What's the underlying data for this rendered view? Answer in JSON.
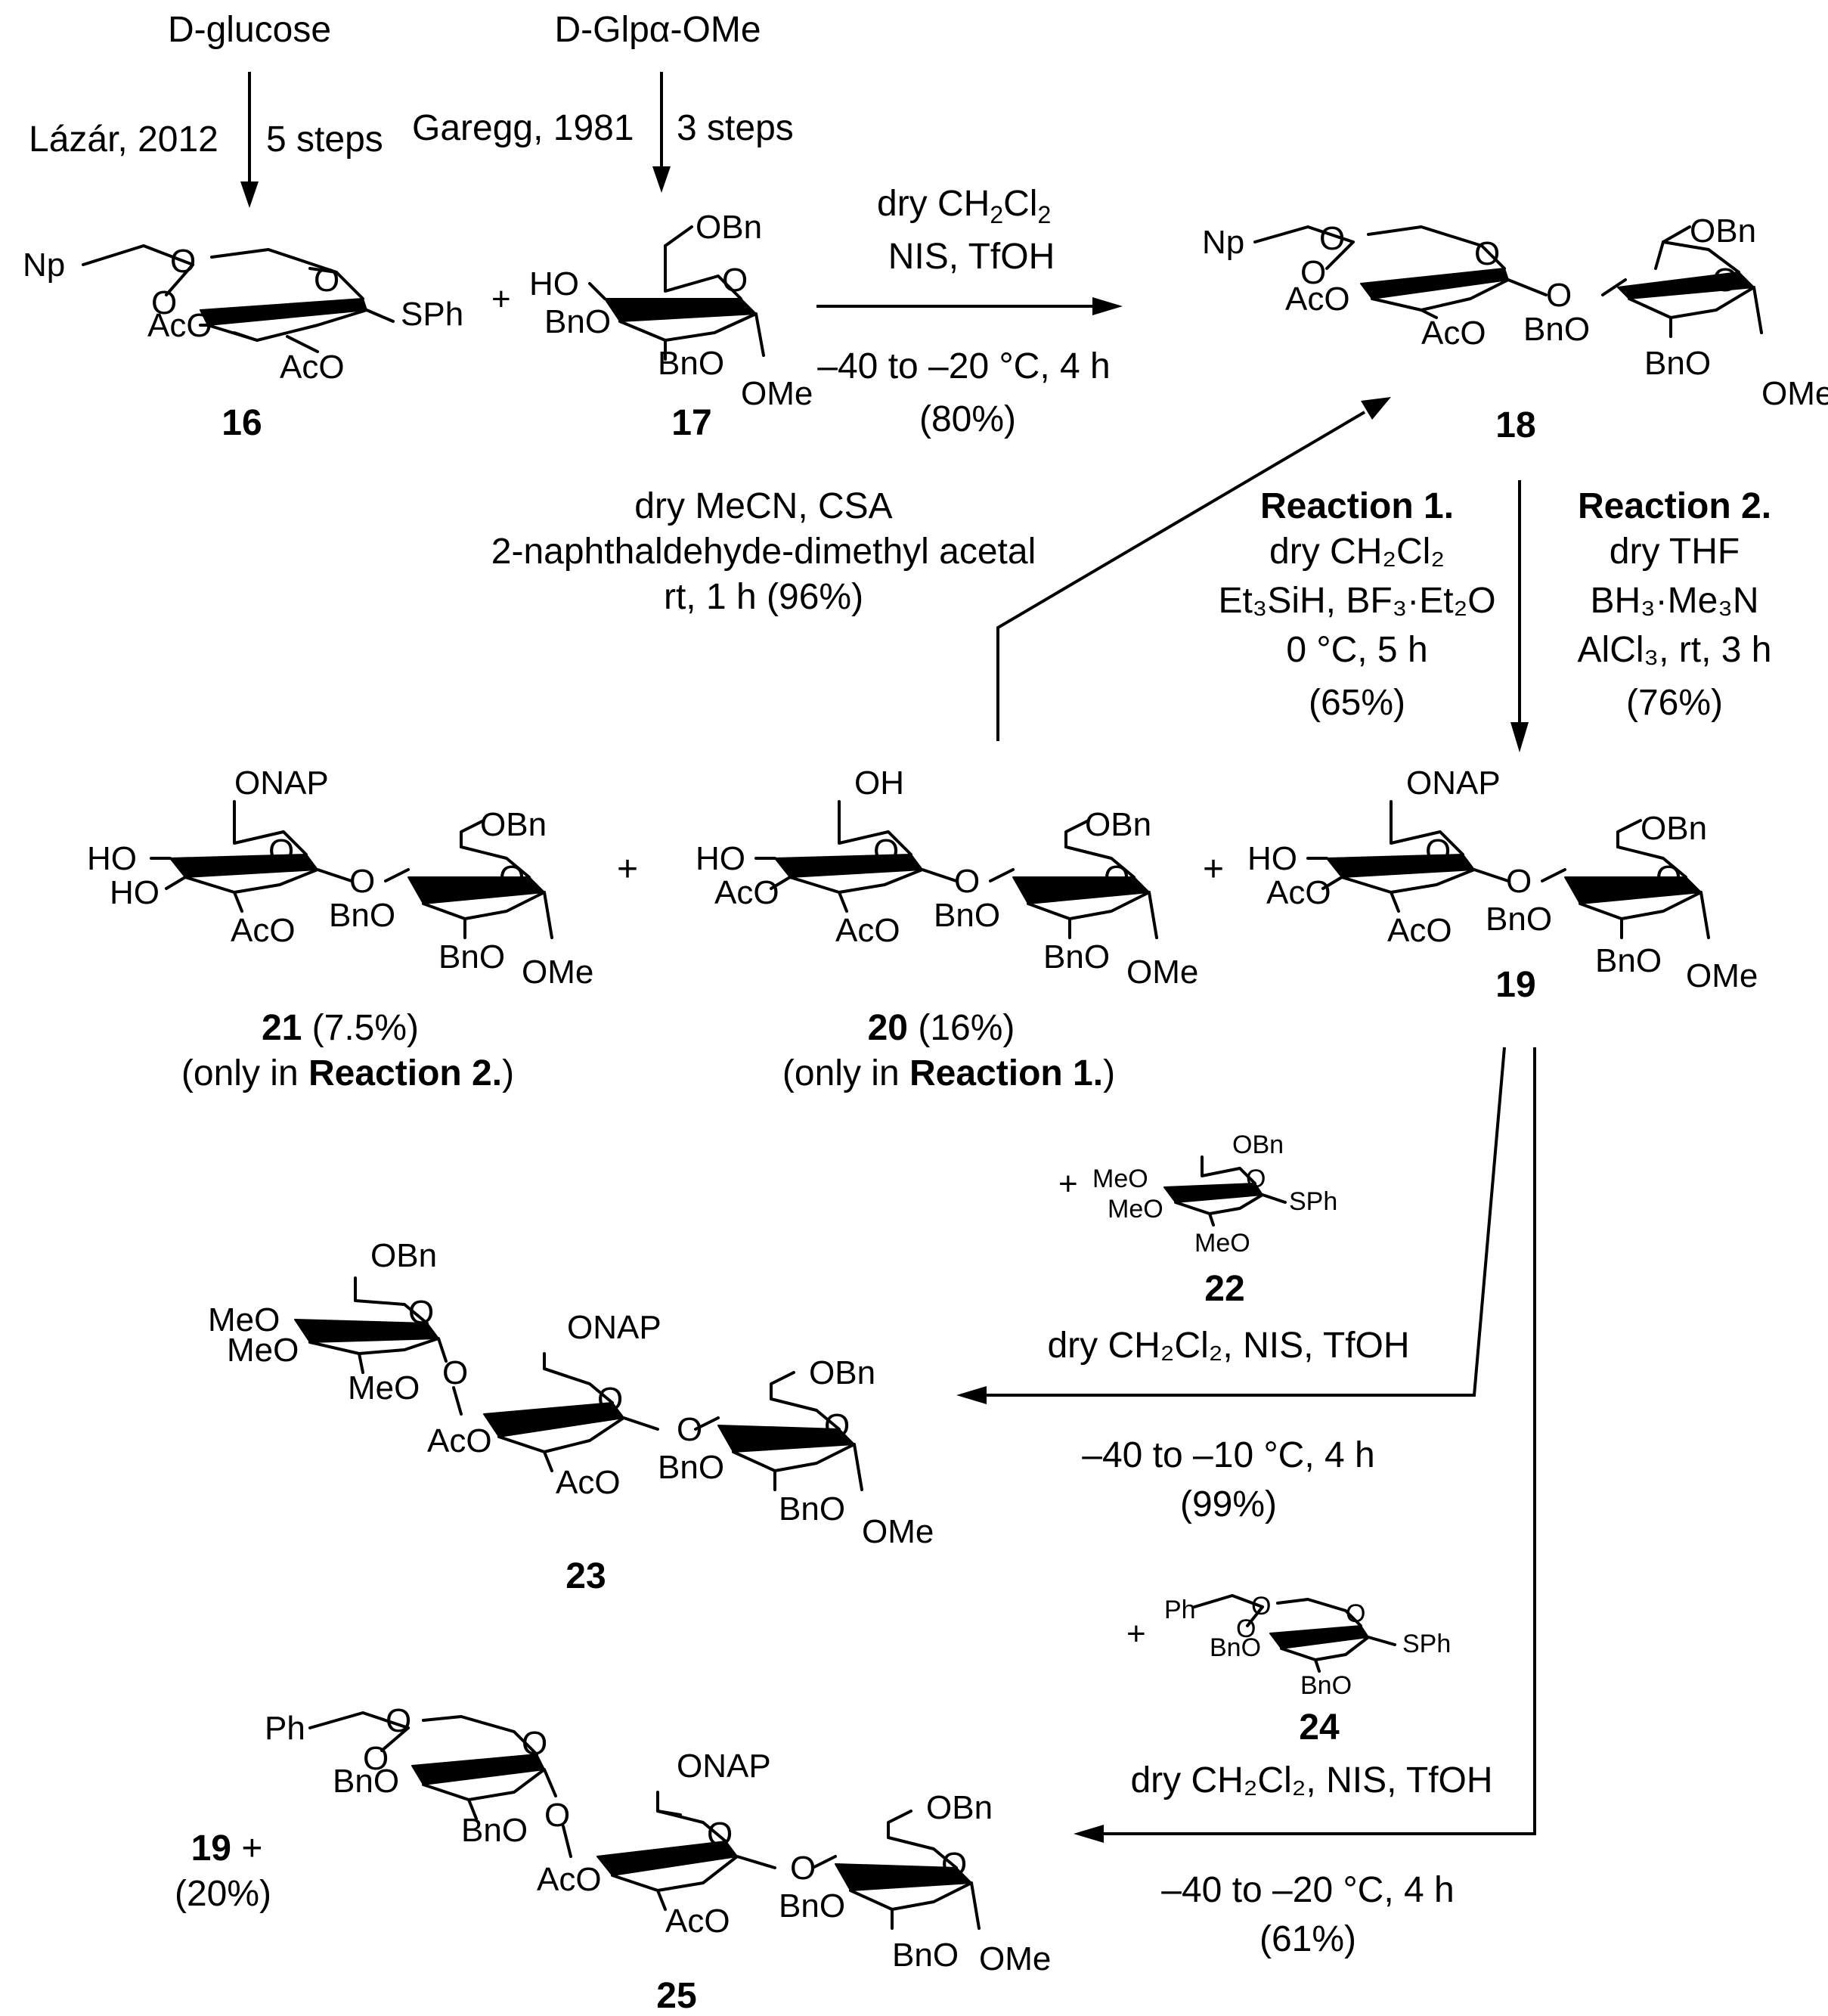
{
  "starting_materials": {
    "glucose": "D-glucose",
    "glp": "D-Glpα-OMe"
  },
  "steps": {
    "to16_ref": "Lázár, 2012",
    "to16_steps": "5 steps",
    "to17_ref": "Garegg, 1981",
    "to17_steps": "3 steps"
  },
  "compounds": {
    "c16": "16",
    "c17": "17",
    "c18": "18",
    "c19": "19",
    "c20": "20",
    "c20_yield": " (16%)",
    "c20_note_pre": "(only in ",
    "c20_note_bold": "Reaction 1.",
    "c20_note_post": ")",
    "c21": "21",
    "c21_yield": " (7.5%)",
    "c21_note_pre": "(only in ",
    "c21_note_bold": "Reaction 2.",
    "c21_note_post": ")",
    "c22": "22",
    "c23": "23",
    "c24": "24",
    "c25": "25",
    "c19_recovered": "19",
    "c19_plus": " +",
    "c19_yield": "(20%)"
  },
  "conditions": {
    "glyc1": {
      "solvent_pre": "dry CH",
      "solvent_sub1": "2",
      "solvent_mid": "Cl",
      "solvent_sub2": "2",
      "reagents": "NIS, TfOH",
      "temp": "–40 to –20 °C, 4 h",
      "yield": "(80%)"
    },
    "acetal": {
      "line1": "dry MeCN, CSA",
      "line2": "2-naphthaldehyde-dimethyl acetal",
      "line3": "rt, 1 h (96%)"
    },
    "reaction1": {
      "title": "Reaction 1.",
      "solvent": "dry CH₂Cl₂",
      "reagents": "Et₃SiH, BF₃·Et₂O",
      "temp": "0 °C, 5 h",
      "yield": "(65%)"
    },
    "reaction2": {
      "title": "Reaction 2.",
      "solvent": "dry THF",
      "reagents": "BH₃·Me₃N",
      "extra": "AlCl₃, rt, 3 h",
      "yield": "(76%)"
    },
    "glyc2": {
      "plus": "+",
      "reagents": "dry CH₂Cl₂, NIS, TfOH",
      "temp": "–40 to –10 °C, 4 h",
      "yield": "(99%)"
    },
    "glyc3": {
      "plus": "+",
      "reagents": "dry CH₂Cl₂, NIS, TfOH",
      "temp": "–40 to –20 °C, 4 h",
      "yield": "(61%)"
    }
  },
  "groups": {
    "Np": "Np",
    "Ph": "Ph",
    "O": "O",
    "AcO": "AcO",
    "BnO": "BnO",
    "OBn": "OBn",
    "OMe": "OMe",
    "MeO": "MeO",
    "HO": "HO",
    "OH": "OH",
    "SPh": "SPh",
    "ONAP": "ONAP",
    "plus": "+"
  }
}
